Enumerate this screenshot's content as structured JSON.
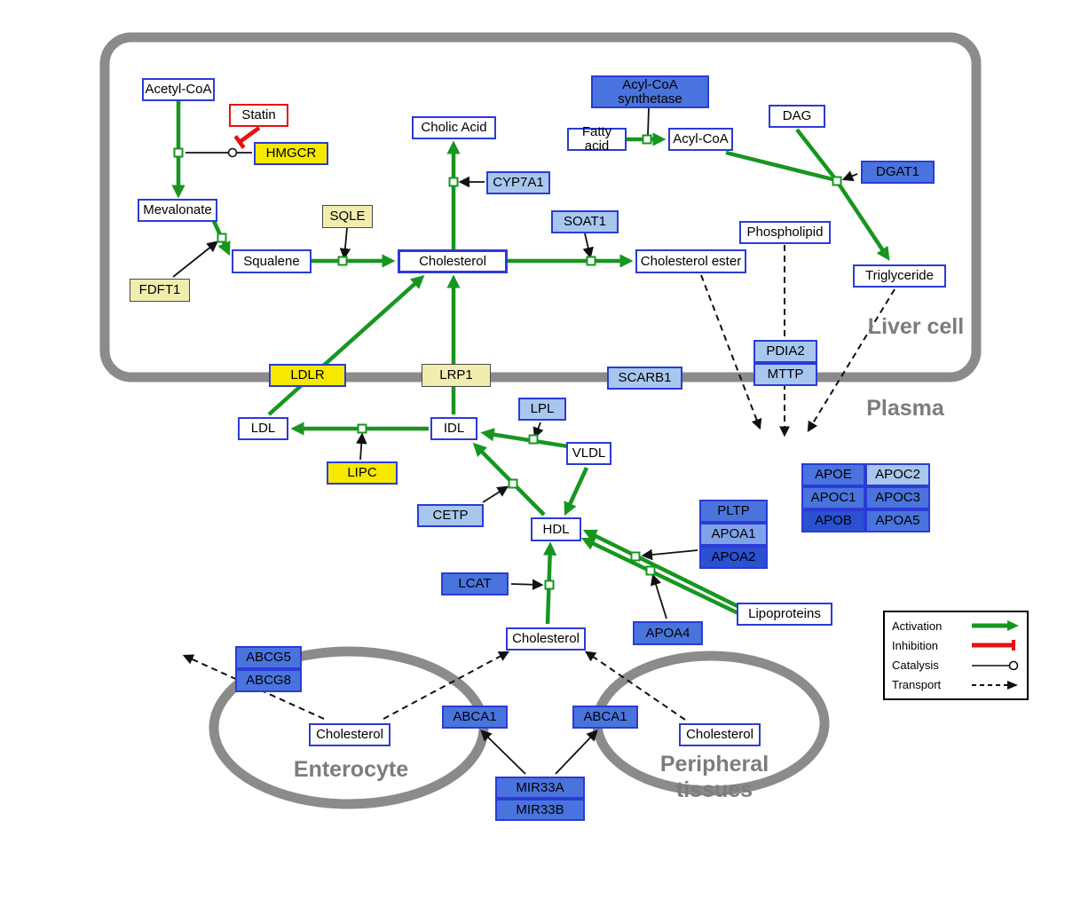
{
  "compartments": {
    "liver_cell": "Liver cell",
    "plasma": "Plasma",
    "enterocyte": "Enterocyte",
    "peripheral_tissues": "Peripheral tissues"
  },
  "legend": {
    "items": [
      {
        "label": "Activation",
        "symbol": "green-arrow"
      },
      {
        "label": "Inhibition",
        "symbol": "red-tbar"
      },
      {
        "label": "Catalysis",
        "symbol": "line-circle"
      },
      {
        "label": "Transport",
        "symbol": "dashed-arrow"
      }
    ]
  },
  "nodes": {
    "acetyl_coa": {
      "label": "Acetyl-CoA"
    },
    "statin": {
      "label": "Statin"
    },
    "hmgcr": {
      "label": "HMGCR"
    },
    "mevalonate": {
      "label": "Mevalonate"
    },
    "fdft1": {
      "label": "FDFT1"
    },
    "squalene": {
      "label": "Squalene"
    },
    "sqle": {
      "label": "SQLE"
    },
    "cholic_acid": {
      "label": "Cholic Acid"
    },
    "cyp7a1": {
      "label": "CYP7A1"
    },
    "cholesterol_liver": {
      "label": "Cholesterol"
    },
    "soat1": {
      "label": "SOAT1"
    },
    "cholesterol_ester": {
      "label": "Cholesterol ester"
    },
    "acyl_coa_synthetase": {
      "label": "Acyl-CoA synthetase"
    },
    "fatty_acid": {
      "label": "Fatty acid"
    },
    "acyl_coa": {
      "label": "Acyl-CoA"
    },
    "dag": {
      "label": "DAG"
    },
    "dgat1": {
      "label": "DGAT1"
    },
    "phospholipid": {
      "label": "Phospholipid"
    },
    "triglyceride": {
      "label": "Triglyceride"
    },
    "ldlr": {
      "label": "LDLR"
    },
    "lrp1": {
      "label": "LRP1"
    },
    "scarb1": {
      "label": "SCARB1"
    },
    "pdia2": {
      "label": "PDIA2"
    },
    "mttp": {
      "label": "MTTP"
    },
    "ldl": {
      "label": "LDL"
    },
    "idl": {
      "label": "IDL"
    },
    "lipc": {
      "label": "LIPC"
    },
    "lpl": {
      "label": "LPL"
    },
    "vldl": {
      "label": "VLDL"
    },
    "cetp": {
      "label": "CETP"
    },
    "hdl": {
      "label": "HDL"
    },
    "lcat": {
      "label": "LCAT"
    },
    "pltp": {
      "label": "PLTP"
    },
    "apoa1": {
      "label": "APOA1"
    },
    "apoa2": {
      "label": "APOA2"
    },
    "apoa4": {
      "label": "APOA4"
    },
    "lipoproteins": {
      "label": "Lipoproteins"
    },
    "apoe": {
      "label": "APOE"
    },
    "apoc2": {
      "label": "APOC2"
    },
    "apoc1": {
      "label": "APOC1"
    },
    "apoc3": {
      "label": "APOC3"
    },
    "apob": {
      "label": "APOB"
    },
    "apoa5": {
      "label": "APOA5"
    },
    "cholesterol_plasma": {
      "label": "Cholesterol"
    },
    "abcg5": {
      "label": "ABCG5"
    },
    "abcg8": {
      "label": "ABCG8"
    },
    "cholesterol_enterocyte": {
      "label": "Cholesterol"
    },
    "abca1_enterocyte": {
      "label": "ABCA1"
    },
    "abca1_peripheral": {
      "label": "ABCA1"
    },
    "cholesterol_peripheral": {
      "label": "Cholesterol"
    },
    "mir33a": {
      "label": "MIR33A"
    },
    "mir33b": {
      "label": "MIR33B"
    }
  },
  "colors": {
    "activation_green": "#17961f",
    "inhibition_red": "#e81010",
    "membrane_gray": "#8b8b8b",
    "node_border_blue": "#2b3bd6",
    "yellow": "#f6e800",
    "pale_yellow": "#f0edaf",
    "light_blue": "#a8c7ee",
    "medium_light_blue": "#7fa2e8",
    "medium_blue": "#4a74dd",
    "dark_blue": "#2b51d2"
  }
}
